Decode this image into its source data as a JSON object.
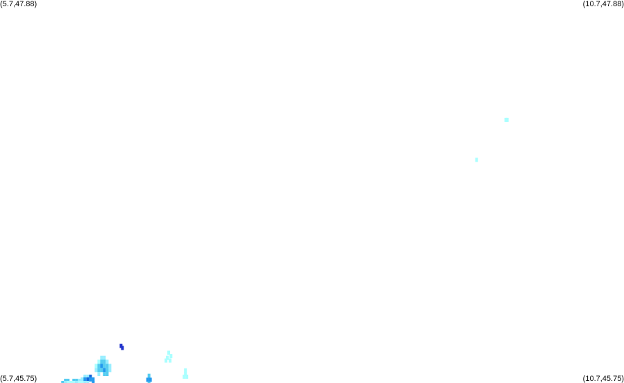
{
  "map": {
    "corner_labels": {
      "top_left": "(5.7,47.88)",
      "top_right": "(10.7,47.88)",
      "bottom_left": "(5.7,45.75)",
      "bottom_right": "(10.7,45.75)"
    },
    "bounds": {
      "lon_min": 5.7,
      "lon_max": 10.7,
      "lat_min": 45.75,
      "lat_max": 47.88
    },
    "colors": {
      "very_light_cyan": "#aaffff",
      "light_cyan": "#99eeff",
      "sky_blue": "#55ccf0",
      "medium_blue": "#2299ee",
      "deep_blue": "#1166dd",
      "dark_blue": "#2233cc"
    },
    "cell_size": {
      "lon": 0.0223,
      "lat": 0.0232
    },
    "cells": [
      {
        "lon": 9.753,
        "lat": 47.213,
        "color": "very_light_cyan"
      },
      {
        "lon": 9.764,
        "lat": 47.213,
        "color": "very_light_cyan"
      },
      {
        "lon": 9.519,
        "lat": 46.991,
        "color": "very_light_cyan"
      },
      {
        "lon": 6.67,
        "lat": 45.956,
        "color": "dark_blue"
      },
      {
        "lon": 6.681,
        "lat": 45.945,
        "color": "dark_blue"
      },
      {
        "lon": 7.052,
        "lat": 45.918,
        "color": "very_light_cyan"
      },
      {
        "lon": 7.07,
        "lat": 45.9,
        "color": "very_light_cyan"
      },
      {
        "lon": 7.041,
        "lat": 45.89,
        "color": "very_light_cyan"
      },
      {
        "lon": 7.03,
        "lat": 45.875,
        "color": "very_light_cyan"
      },
      {
        "lon": 7.063,
        "lat": 45.875,
        "color": "very_light_cyan"
      },
      {
        "lon": 6.514,
        "lat": 45.89,
        "color": "light_cyan"
      },
      {
        "lon": 6.536,
        "lat": 45.89,
        "color": "light_cyan"
      },
      {
        "lon": 6.492,
        "lat": 45.868,
        "color": "very_light_cyan"
      },
      {
        "lon": 6.514,
        "lat": 45.868,
        "color": "sky_blue"
      },
      {
        "lon": 6.536,
        "lat": 45.868,
        "color": "sky_blue"
      },
      {
        "lon": 6.559,
        "lat": 45.868,
        "color": "light_cyan"
      },
      {
        "lon": 6.47,
        "lat": 45.845,
        "color": "very_light_cyan"
      },
      {
        "lon": 6.492,
        "lat": 45.845,
        "color": "sky_blue"
      },
      {
        "lon": 6.514,
        "lat": 45.845,
        "color": "medium_blue"
      },
      {
        "lon": 6.536,
        "lat": 45.845,
        "color": "sky_blue"
      },
      {
        "lon": 6.559,
        "lat": 45.845,
        "color": "sky_blue"
      },
      {
        "lon": 6.581,
        "lat": 45.845,
        "color": "light_cyan"
      },
      {
        "lon": 6.47,
        "lat": 45.822,
        "color": "light_cyan"
      },
      {
        "lon": 6.492,
        "lat": 45.822,
        "color": "sky_blue"
      },
      {
        "lon": 6.514,
        "lat": 45.822,
        "color": "sky_blue"
      },
      {
        "lon": 6.536,
        "lat": 45.822,
        "color": "medium_blue"
      },
      {
        "lon": 6.559,
        "lat": 45.822,
        "color": "sky_blue"
      },
      {
        "lon": 6.581,
        "lat": 45.822,
        "color": "light_cyan"
      },
      {
        "lon": 6.492,
        "lat": 45.8,
        "color": "light_cyan"
      },
      {
        "lon": 6.536,
        "lat": 45.8,
        "color": "sky_blue"
      },
      {
        "lon": 6.559,
        "lat": 45.8,
        "color": "sky_blue"
      },
      {
        "lon": 6.38,
        "lat": 45.785,
        "color": "light_cyan"
      },
      {
        "lon": 6.403,
        "lat": 45.785,
        "color": "light_cyan"
      },
      {
        "lon": 6.425,
        "lat": 45.785,
        "color": "deep_blue"
      },
      {
        "lon": 6.358,
        "lat": 45.77,
        "color": "light_cyan"
      },
      {
        "lon": 6.38,
        "lat": 45.77,
        "color": "medium_blue"
      },
      {
        "lon": 6.403,
        "lat": 45.77,
        "color": "deep_blue"
      },
      {
        "lon": 6.425,
        "lat": 45.77,
        "color": "medium_blue"
      },
      {
        "lon": 6.447,
        "lat": 45.77,
        "color": "medium_blue"
      },
      {
        "lon": 6.224,
        "lat": 45.762,
        "color": "sky_blue"
      },
      {
        "lon": 6.246,
        "lat": 45.762,
        "color": "sky_blue"
      },
      {
        "lon": 6.291,
        "lat": 45.762,
        "color": "sky_blue"
      },
      {
        "lon": 6.313,
        "lat": 45.762,
        "color": "sky_blue"
      },
      {
        "lon": 6.336,
        "lat": 45.762,
        "color": "light_cyan"
      },
      {
        "lon": 6.202,
        "lat": 45.75,
        "color": "sky_blue"
      },
      {
        "lon": 6.224,
        "lat": 45.75,
        "color": "light_cyan"
      },
      {
        "lon": 6.246,
        "lat": 45.75,
        "color": "very_light_cyan"
      },
      {
        "lon": 6.269,
        "lat": 45.75,
        "color": "very_light_cyan"
      },
      {
        "lon": 6.291,
        "lat": 45.75,
        "color": "very_light_cyan"
      },
      {
        "lon": 6.313,
        "lat": 45.75,
        "color": "light_cyan"
      },
      {
        "lon": 6.336,
        "lat": 45.75,
        "color": "very_light_cyan"
      },
      {
        "lon": 6.358,
        "lat": 45.75,
        "color": "very_light_cyan"
      },
      {
        "lon": 6.38,
        "lat": 45.75,
        "color": "light_cyan"
      },
      {
        "lon": 6.403,
        "lat": 45.75,
        "color": "light_cyan"
      },
      {
        "lon": 6.447,
        "lat": 45.75,
        "color": "medium_blue"
      },
      {
        "lon": 6.18,
        "lat": 45.738,
        "color": "light_cyan"
      },
      {
        "lon": 6.202,
        "lat": 45.738,
        "color": "sky_blue"
      },
      {
        "lon": 6.224,
        "lat": 45.738,
        "color": "very_light_cyan"
      },
      {
        "lon": 6.246,
        "lat": 45.738,
        "color": "very_light_cyan"
      },
      {
        "lon": 6.269,
        "lat": 45.738,
        "color": "very_light_cyan"
      },
      {
        "lon": 6.291,
        "lat": 45.738,
        "color": "very_light_cyan"
      },
      {
        "lon": 6.313,
        "lat": 45.738,
        "color": "very_light_cyan"
      },
      {
        "lon": 6.336,
        "lat": 45.738,
        "color": "very_light_cyan"
      },
      {
        "lon": 6.358,
        "lat": 45.738,
        "color": "very_light_cyan"
      },
      {
        "lon": 6.38,
        "lat": 45.738,
        "color": "very_light_cyan"
      },
      {
        "lon": 6.403,
        "lat": 45.738,
        "color": "very_light_cyan"
      },
      {
        "lon": 6.425,
        "lat": 45.738,
        "color": "light_cyan"
      },
      {
        "lon": 6.447,
        "lat": 45.738,
        "color": "deep_blue"
      },
      {
        "lon": 6.224,
        "lat": 45.725,
        "color": "sky_blue"
      },
      {
        "lon": 6.246,
        "lat": 45.725,
        "color": "sky_blue"
      },
      {
        "lon": 6.269,
        "lat": 45.725,
        "color": "light_cyan"
      },
      {
        "lon": 6.291,
        "lat": 45.725,
        "color": "sky_blue"
      },
      {
        "lon": 6.336,
        "lat": 45.725,
        "color": "sky_blue"
      },
      {
        "lon": 6.358,
        "lat": 45.725,
        "color": "very_light_cyan"
      },
      {
        "lon": 6.403,
        "lat": 45.725,
        "color": "sky_blue"
      },
      {
        "lon": 6.894,
        "lat": 45.79,
        "color": "sky_blue"
      },
      {
        "lon": 6.883,
        "lat": 45.768,
        "color": "medium_blue"
      },
      {
        "lon": 6.905,
        "lat": 45.768,
        "color": "medium_blue"
      },
      {
        "lon": 6.894,
        "lat": 45.745,
        "color": "sky_blue"
      },
      {
        "lon": 7.186,
        "lat": 45.82,
        "color": "very_light_cyan"
      },
      {
        "lon": 7.186,
        "lat": 45.8,
        "color": "very_light_cyan"
      },
      {
        "lon": 7.175,
        "lat": 45.785,
        "color": "very_light_cyan"
      },
      {
        "lon": 7.197,
        "lat": 45.785,
        "color": "very_light_cyan"
      }
    ]
  }
}
